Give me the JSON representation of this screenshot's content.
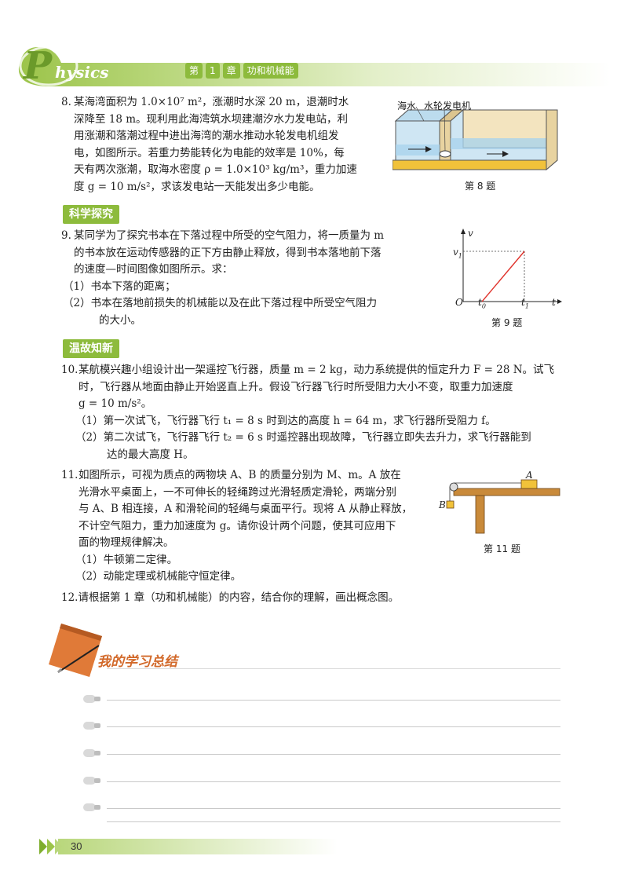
{
  "header": {
    "logo_initial": "P",
    "logo_rest": "hysics",
    "chapter_parts": [
      "第",
      "1",
      "章",
      "功和机械能"
    ]
  },
  "q8": {
    "number": "8.",
    "lines": [
      "某海湾面积为 1.0×10⁷ m²，涨潮时水深 20 m，退潮时水",
      "深降至 18 m。现利用此海湾筑水坝建潮汐水力发电站，利",
      "用涨潮和落潮过程中进出海湾的潮水推动水轮发电机组发",
      "电，如图所示。若重力势能转化为电能的效率是 10%，每",
      "天有两次涨潮，取海水密度 ρ = 1.0×10³ kg/m³，重力加速",
      "度 g = 10 m/s²，求该发电站一天能发出多少电能。"
    ],
    "fig_label_sea": "海水",
    "fig_label_turbine": "水轮发电机",
    "caption": "第 8 题"
  },
  "sec1": "科学探究",
  "q9": {
    "number": "9.",
    "lines": [
      "某同学为了探究书本在下落过程中所受的空气阻力，将一质量为 m",
      "的书本放在运动传感器的正下方由静止释放，得到书本落地前下落",
      "的速度—时间图像如图所示。求："
    ],
    "sub1": "（1）书本下落的距离；",
    "sub2a": "（2）书本在落地前损失的机械能以及在此下落过程中所受空气阻力",
    "sub2b": "的大小。",
    "graph": {
      "ylabel": "v",
      "v1": "v",
      "v1_sub": "1",
      "origin": "O",
      "t0": "t",
      "t0_sub": "0",
      "t1": "t",
      "t1_sub": "1",
      "xlabel": "t"
    },
    "caption": "第 9 题"
  },
  "sec2": "温故知新",
  "q10": {
    "number": "10.",
    "lines": [
      "某航模兴趣小组设计出一架遥控飞行器，质量 m = 2 kg，动力系统提供的恒定升力 F = 28 N。试飞",
      "时，飞行器从地面由静止开始竖直上升。假设飞行器飞行时所受阻力大小不变，取重力加速度",
      "g = 10 m/s²。"
    ],
    "sub1": "（1）第一次试飞，飞行器飞行 t₁ = 8 s 时到达的高度 h = 64 m，求飞行器所受阻力 f。",
    "sub2a": "（2）第二次试飞，飞行器飞行 t₂ = 6 s 时遥控器出现故障，飞行器立即失去升力，求飞行器能到",
    "sub2b": "达的最大高度 H。"
  },
  "q11": {
    "number": "11.",
    "lines": [
      "如图所示，可视为质点的两物块 A、B 的质量分别为 M、m。A 放在",
      "光滑水平桌面上，一不可伸长的轻绳跨过光滑轻质定滑轮，两端分别",
      "与 A、B 相连接，A 和滑轮间的轻绳与桌面平行。现将 A 从静止释放，",
      "不计空气阻力，重力加速度为 g。请你设计两个问题，使其可应用下",
      "面的物理规律解决。"
    ],
    "sub1": "（1）牛顿第二定律。",
    "sub2": "（2）动能定理或机械能守恒定律。",
    "fig_A": "A",
    "fig_B": "B",
    "caption": "第 11 题"
  },
  "q12": {
    "number": "12.",
    "text": "请根据第 1 章（功和机械能）的内容，结合你的理解，画出概念图。"
  },
  "summary_title": "我的学习总结",
  "page_number": "30"
}
